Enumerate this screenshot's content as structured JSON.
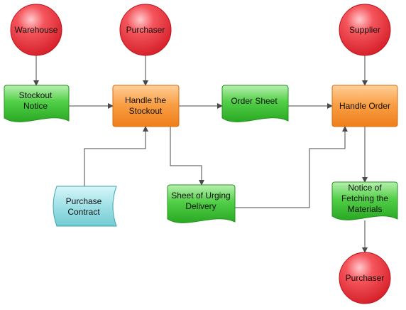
{
  "colors": {
    "entity_fill": "#f4353f",
    "process_fill": "#f7922d",
    "document_fill": "#3ec23a",
    "stored_data_fill": "#8edbe0",
    "connector": "#4a4a4a"
  },
  "nodes": {
    "warehouse": {
      "label": "Warehouse"
    },
    "purchaser_top": {
      "label": "Purchaser"
    },
    "supplier": {
      "label": "Supplier"
    },
    "stockout_notice": {
      "lines": [
        "Stockout",
        "Notice"
      ]
    },
    "handle_stockout": {
      "lines": [
        "Handle the",
        "Stockout"
      ]
    },
    "order_sheet": {
      "label": "Order Sheet"
    },
    "handle_order": {
      "label": "Handle Order"
    },
    "purchase_contract": {
      "lines": [
        "Purchase",
        "Contract"
      ]
    },
    "sheet_urging": {
      "lines": [
        "Sheet of Urging",
        "Delivery"
      ]
    },
    "notice_fetching": {
      "lines": [
        "Notice of",
        "Fetching the",
        "Materials"
      ]
    },
    "purchaser_bottom": {
      "label": "Purchaser"
    }
  }
}
